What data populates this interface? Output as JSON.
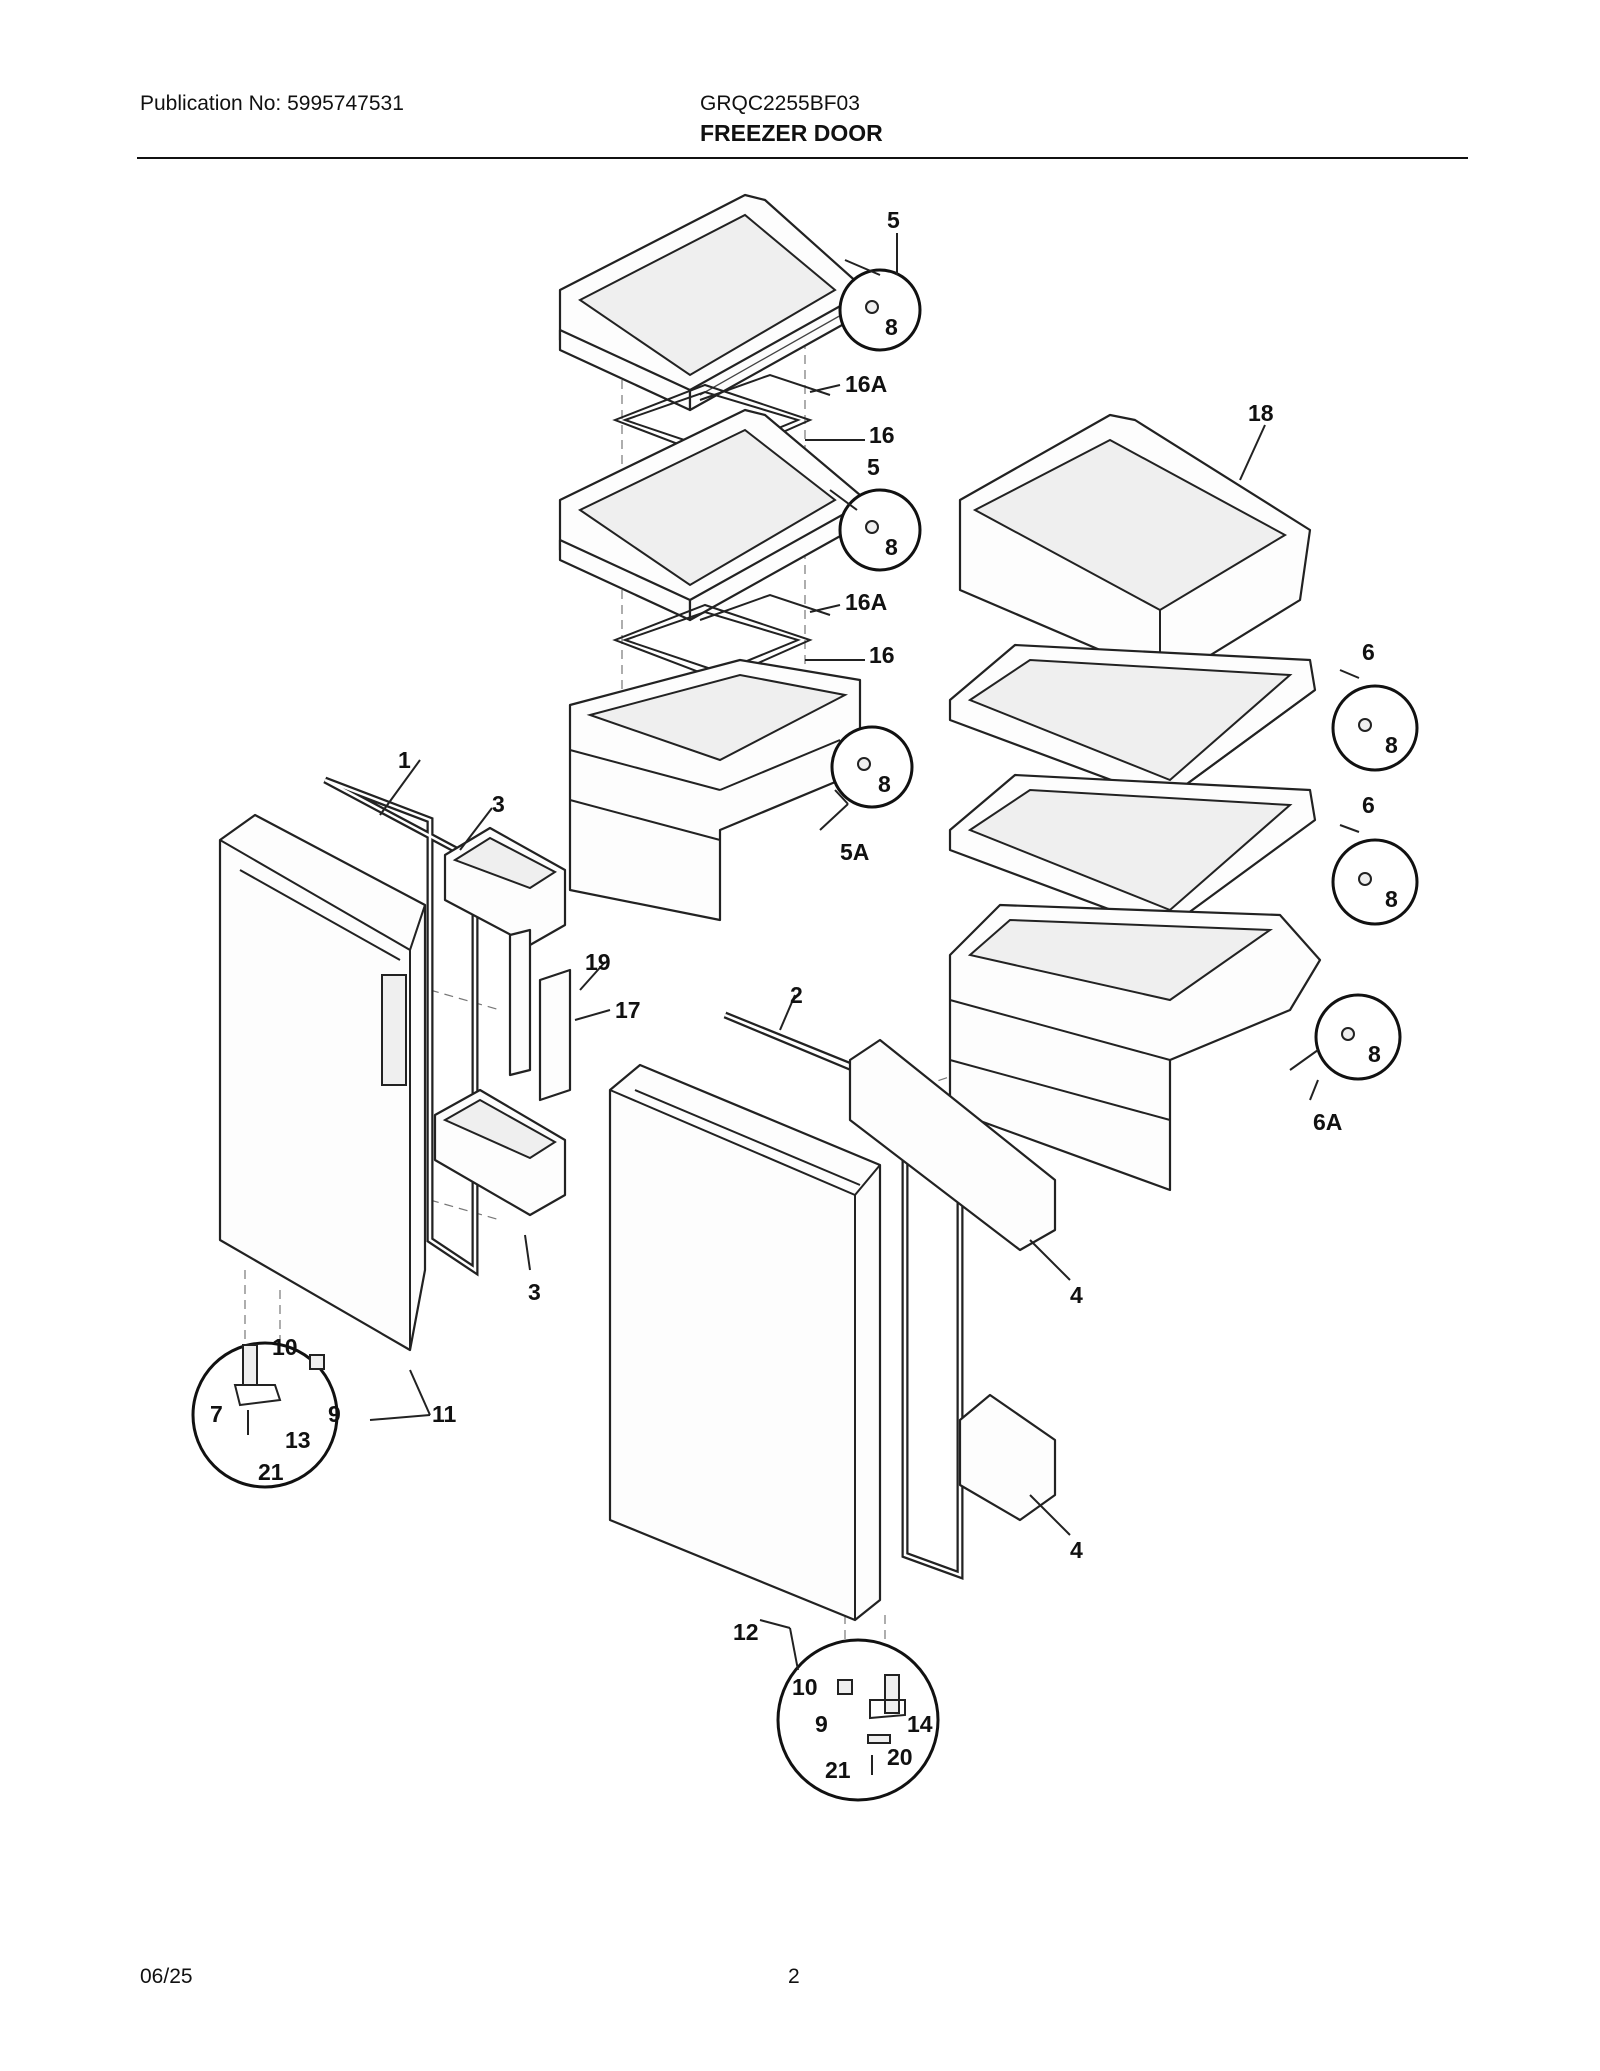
{
  "header": {
    "publication": "Publication No: 5995747531",
    "model": "GRQC2255BF03",
    "title": "FREEZER DOOR"
  },
  "footer": {
    "date": "06/25",
    "page": "2"
  },
  "callouts": {
    "c1": "1",
    "c2": "2",
    "c3a": "3",
    "c3b": "3",
    "c4a": "4",
    "c4b": "4",
    "c5a": "5",
    "c5b": "5",
    "c5A": "5A",
    "c6a": "6",
    "c6b": "6",
    "c6A": "6A",
    "c7": "7",
    "c8a": "8",
    "c8b": "8",
    "c8c": "8",
    "c8d": "8",
    "c8e": "8",
    "c8f": "8",
    "c9a": "9",
    "c9b": "9",
    "c10a": "10",
    "c10b": "10",
    "c11": "11",
    "c12": "12",
    "c13": "13",
    "c14": "14",
    "c16a": "16",
    "c16b": "16",
    "c16Aa": "16A",
    "c16Ab": "16A",
    "c17": "17",
    "c18": "18",
    "c19": "19",
    "c20": "20",
    "c21a": "21",
    "c21b": "21"
  }
}
